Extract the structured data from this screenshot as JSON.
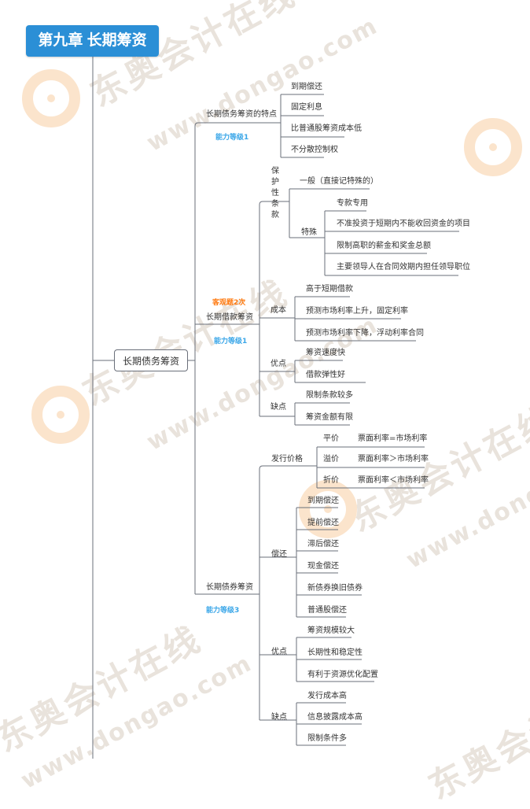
{
  "title": "第九章 长期筹资",
  "root": "长期债务筹资",
  "colors": {
    "title_bg": "#2b8fd6",
    "line": "#6a6f7a",
    "blue_badge": "#39a6e8",
    "orange_badge": "#ff7a10"
  },
  "watermark": {
    "cn": "东奥会计在线",
    "url": "www.dongao.com"
  },
  "branch1": {
    "label": "长期债务筹资的特点",
    "badge": "能力等级1",
    "items": [
      "到期偿还",
      "固定利息",
      "比普通股筹资成本低",
      "不分散控制权"
    ]
  },
  "branch2": {
    "label": "长期借款筹资",
    "badge_top": "客观题2次",
    "badge_bottom": "能力等级1",
    "protect": {
      "label": "保护性条款",
      "general": "一般（直接记特殊的）",
      "special": {
        "label": "特殊",
        "items": [
          "专款专用",
          "不准投资于短期内不能收回资金的项目",
          "限制高职的薪金和奖金总额",
          "主要领导人在合同效期内担任领导职位"
        ]
      }
    },
    "cost": {
      "label": "成本",
      "items": [
        "高于短期借款",
        "预测市场利率上升，固定利率",
        "预测市场利率下降，浮动利率合同"
      ]
    },
    "adv": {
      "label": "优点",
      "items": [
        "筹资速度快",
        "借款弹性好"
      ]
    },
    "dis": {
      "label": "缺点",
      "items": [
        "限制条款较多",
        "筹资金额有限"
      ]
    }
  },
  "branch3": {
    "label": "长期债券筹资",
    "badge": "能力等级3",
    "price": {
      "label": "发行价格",
      "items": [
        {
          "name": "平价",
          "desc": "票面利率=市场利率"
        },
        {
          "name": "溢价",
          "desc": "票面利率＞市场利率"
        },
        {
          "name": "折价",
          "desc": "票面利率＜市场利率"
        }
      ]
    },
    "repay": {
      "label": "偿还",
      "items": [
        "到期偿还",
        "提前偿还",
        "滞后偿还",
        "现金偿还",
        "新债券换旧债券",
        "普通股偿还"
      ]
    },
    "adv": {
      "label": "优点",
      "items": [
        "筹资规模较大",
        "长期性和稳定性",
        "有利于资源优化配置"
      ]
    },
    "dis": {
      "label": "缺点",
      "items": [
        "发行成本高",
        "信息披露成本高",
        "限制条件多"
      ]
    }
  }
}
